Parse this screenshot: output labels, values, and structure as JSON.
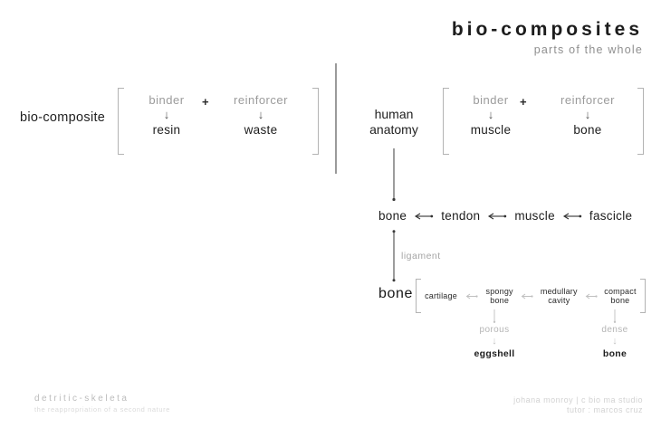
{
  "header": {
    "title": "bio-composites",
    "subtitle": "parts of the whole"
  },
  "left_formula": {
    "label": "bio-composite",
    "binder_label": "binder",
    "plus": "+",
    "reinforcer_label": "reinforcer",
    "down_arrow": "↓",
    "binder_value": "resin",
    "reinforcer_value": "waste"
  },
  "right_formula": {
    "label": "human anatomy",
    "binder_label": "binder",
    "plus": "+",
    "reinforcer_label": "reinforcer",
    "down_arrow": "↓",
    "binder_value": "muscle",
    "reinforcer_value": "bone"
  },
  "chain": {
    "items": [
      "bone",
      "tendon",
      "muscle",
      "fascicle"
    ]
  },
  "ligament_label": "ligament",
  "bone_hierarchy": {
    "label": "bone",
    "items": [
      "cartilage",
      "spongy bone",
      "medullary cavity",
      "compact bone"
    ],
    "spongy_branch": {
      "property": "porous",
      "down_arrow": "↓",
      "example": "eggshell"
    },
    "compact_branch": {
      "property": "dense",
      "down_arrow": "↓",
      "example": "bone"
    }
  },
  "footer": {
    "project": "detritic-skeleta",
    "project_subtitle": "the reappropriation of a second nature",
    "credit_line1": "johana monroy | c bio ma studio",
    "credit_line2": "tutor : marcos cruz"
  },
  "colors": {
    "ink": "#1c1c1c",
    "gray_text": "#9b9b9b",
    "light_gray_text": "#c4c4c4",
    "bracket": "#b3b3b3",
    "divider": "#9a9a9a",
    "background": "#ffffff"
  }
}
